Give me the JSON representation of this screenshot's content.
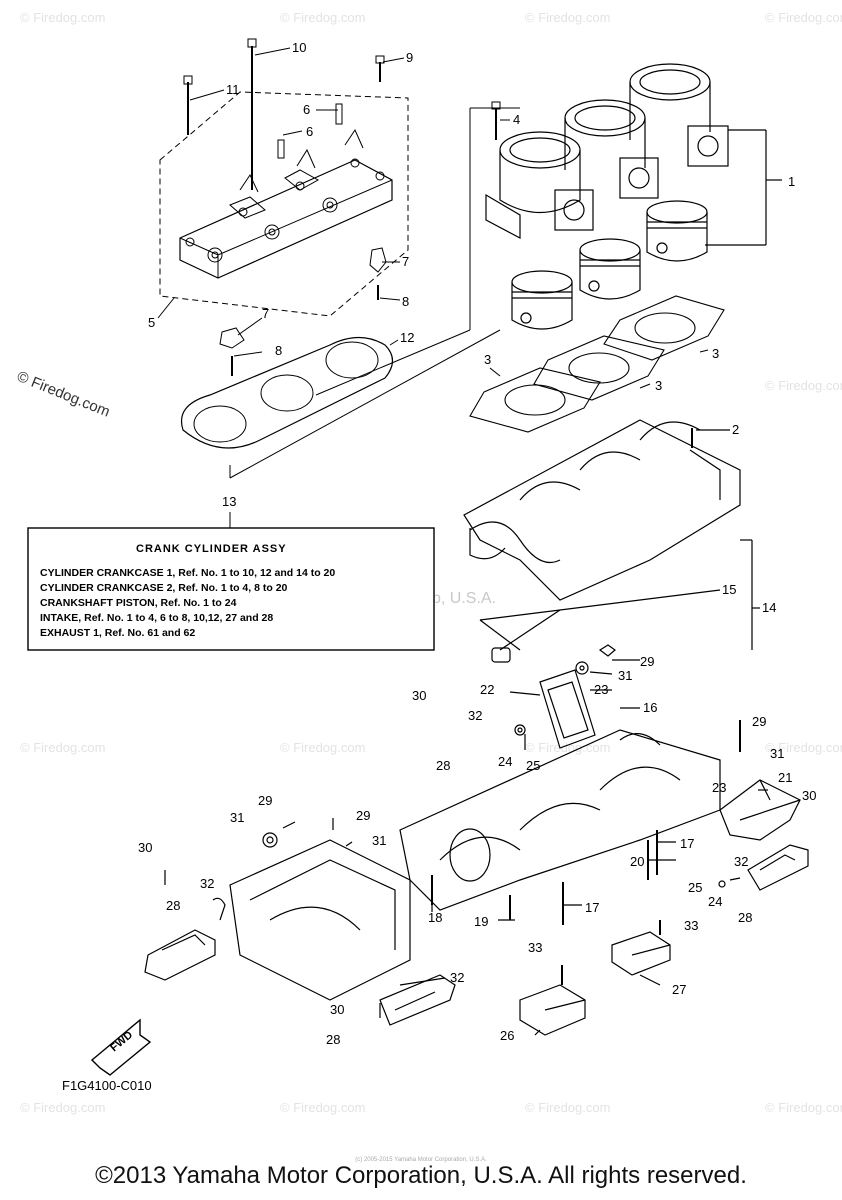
{
  "watermark": {
    "site": "© Firedog.com",
    "side_text": "© Firedog.com",
    "center_text": "Yamaha Motor Corp, U.S.A."
  },
  "callouts": [
    "1",
    "2",
    "3",
    "4",
    "5",
    "6",
    "7",
    "8",
    "9",
    "10",
    "11",
    "12",
    "13",
    "14",
    "15",
    "16",
    "17",
    "18",
    "19",
    "20",
    "21",
    "22",
    "23",
    "24",
    "25",
    "26",
    "27",
    "28",
    "29",
    "30",
    "31",
    "32",
    "33"
  ],
  "assembly_box": {
    "title": "CRANK CYLINDER ASSY",
    "lines": [
      "CYLINDER CRANKCASE 1, Ref. No. 1 to 10, 12 and 14 to 20",
      "CYLINDER CRANKCASE 2, Ref. No. 1 to 4, 8 to 20",
      "CRANKSHAFT PISTON,  Ref. No. 1 to 24",
      "INTAKE, Ref. No. 1 to 4, 6 to 8, 10,12, 27 and 28",
      "EXHAUST 1, Ref. No. 61 and 62"
    ]
  },
  "fwd_label": "FWD",
  "diagram_code": "F1G4100-C010",
  "copyright_small": "(c) 2005-2015 Yamaha Motor Corporation, U.S.A.",
  "copyright": "©2013 Yamaha Motor Corporation, U.S.A. All rights reserved."
}
